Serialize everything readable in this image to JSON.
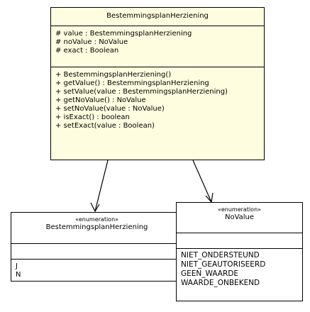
{
  "main_class": {
    "name": "BestemmingsplanHerziening",
    "attributes": [
      "# value : BestemmingsplanHerziening",
      "# noValue : NoValue",
      "# exact : Boolean"
    ],
    "operations": [
      "+ BestemmingsplanHerziening()",
      "+ getValue() : BestemmingsplanHerziening",
      "+ setValue(value : BestemmingsplanHerziening)",
      "+ getNoValue() : NoValue",
      "+ setNoValue(value : NoValue)",
      "+ isExact() : boolean",
      "+ setExact(value : Boolean)"
    ]
  },
  "enum_left": {
    "stereotype": "«enumeration»",
    "name": "BestemmingsplanHerziening",
    "literals": [
      "J",
      "N"
    ]
  },
  "enum_right": {
    "stereotype": "«enumeration»",
    "name": "NoValue",
    "literals": [
      "NIET_ONDERSTEUND",
      "NIET_GEAUTORISEERD",
      "GEEN_WAARDE",
      "WAARDE_ONBEKEND"
    ]
  },
  "colors": {
    "class_fill": "#fffde0",
    "border": "#000000",
    "background": "#ffffff"
  }
}
